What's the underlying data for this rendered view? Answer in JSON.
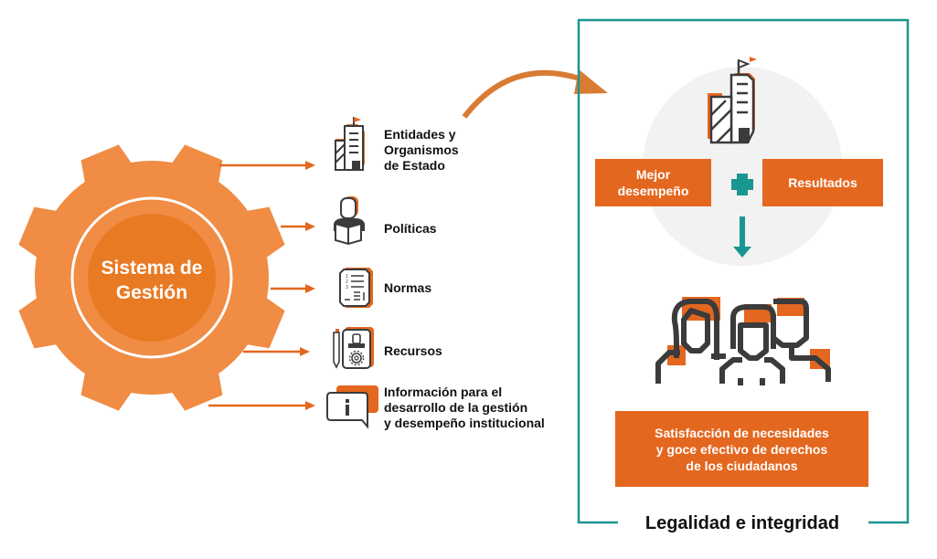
{
  "colors": {
    "gear_orange": "#f08c44",
    "gear_core": "#e97a24",
    "arrow_orange": "#e4671f",
    "curve_orange": "#d97b33",
    "box_orange": "#e4671f",
    "teal": "#1a9690",
    "icon_dark": "#3b3b3b",
    "circle_gray": "#f2f2f2"
  },
  "gear": {
    "title_line1": "Sistema de",
    "title_line2": "Gestión"
  },
  "inputs": [
    {
      "icon": "building-icon",
      "lines": [
        "Entidades y",
        "Organismos",
        "de Estado"
      ]
    },
    {
      "icon": "person-reading-icon",
      "lines": [
        "Políticas"
      ]
    },
    {
      "icon": "numbered-list-document-icon",
      "lines": [
        "Normas"
      ]
    },
    {
      "icon": "pencil-stamp-gear-icon",
      "lines": [
        "Recursos"
      ]
    },
    {
      "icon": "info-speech-bubble-icon",
      "lines": [
        "Información para el",
        "desarrollo de la gestión",
        "y desempeño institucional"
      ]
    }
  ],
  "outcome": {
    "box_left_line1": "Mejor",
    "box_left_line2": "desempeño",
    "plus_symbol": "+",
    "box_right": "Resultados",
    "result_line1": "Satisfacción de necesidades",
    "result_line2": "y goce efectivo de derechos",
    "result_line3": "de los ciudadanos",
    "frame_label": "Legalidad e integridad"
  }
}
